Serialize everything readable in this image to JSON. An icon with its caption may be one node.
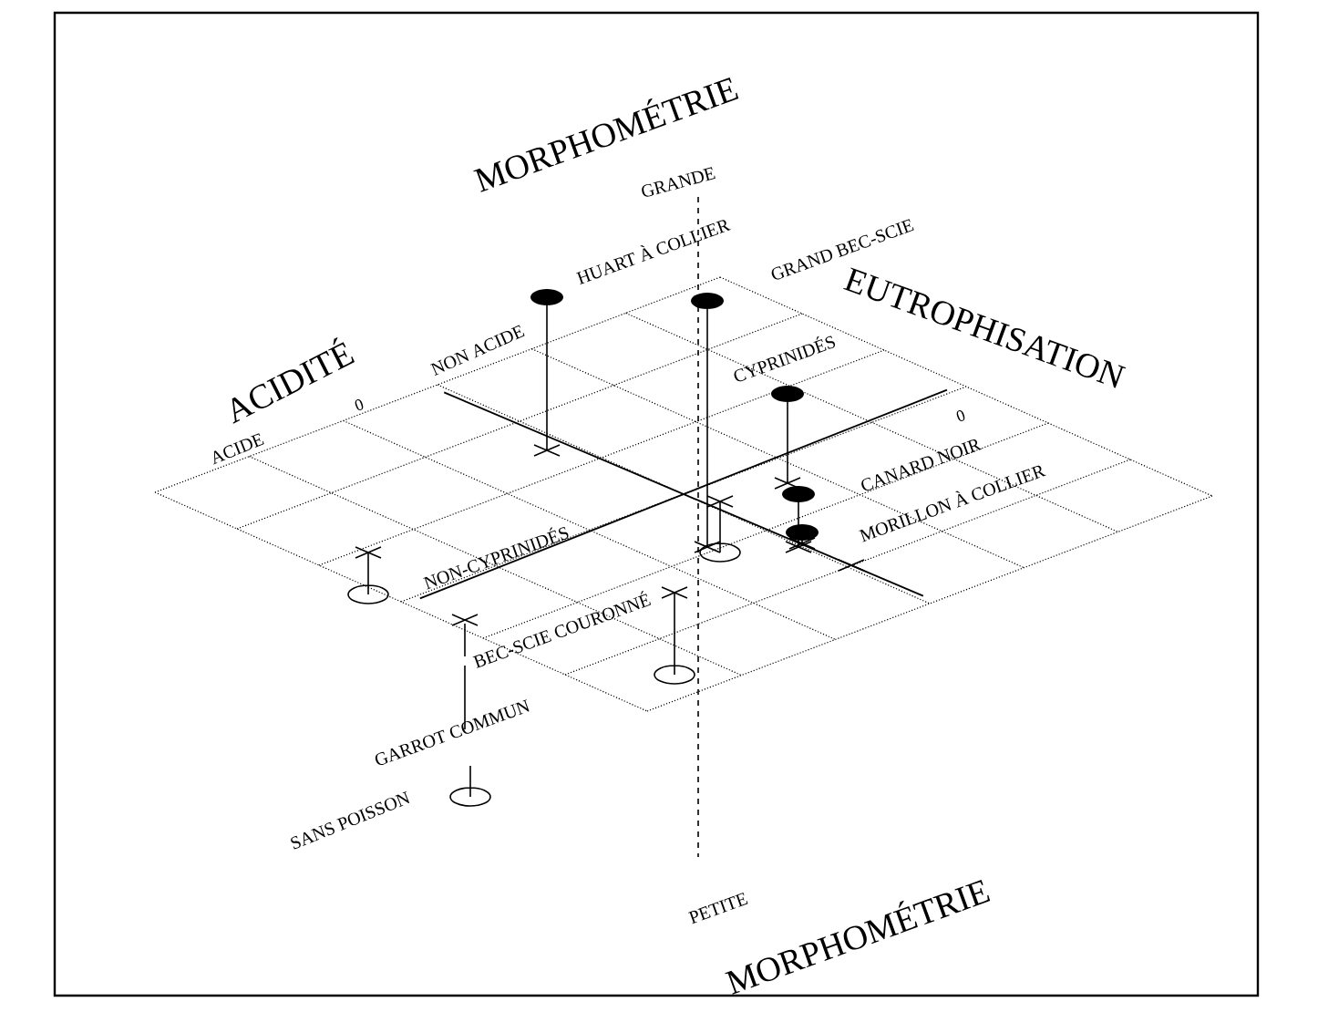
{
  "diagram": {
    "labels": [
      "MORPHOMÉTRIE",
      "GRANDE",
      "HUART À COLLIER",
      "GRAND BEC-SCIE",
      "ACIDITÉ",
      "0",
      "NON ACIDE",
      "ACIDE",
      "EUTROPHISATION",
      "CYPRINIDÉS",
      "0",
      "CANARD NOIR",
      "MORILLON À COLLIER",
      "NON-CYPRINIDÉS",
      "BEC-SCIE COURONNÉ",
      "GARROT COMMUN",
      "SANS POISSON",
      "PETITE",
      "MORPHOMÉTRIE"
    ]
  }
}
